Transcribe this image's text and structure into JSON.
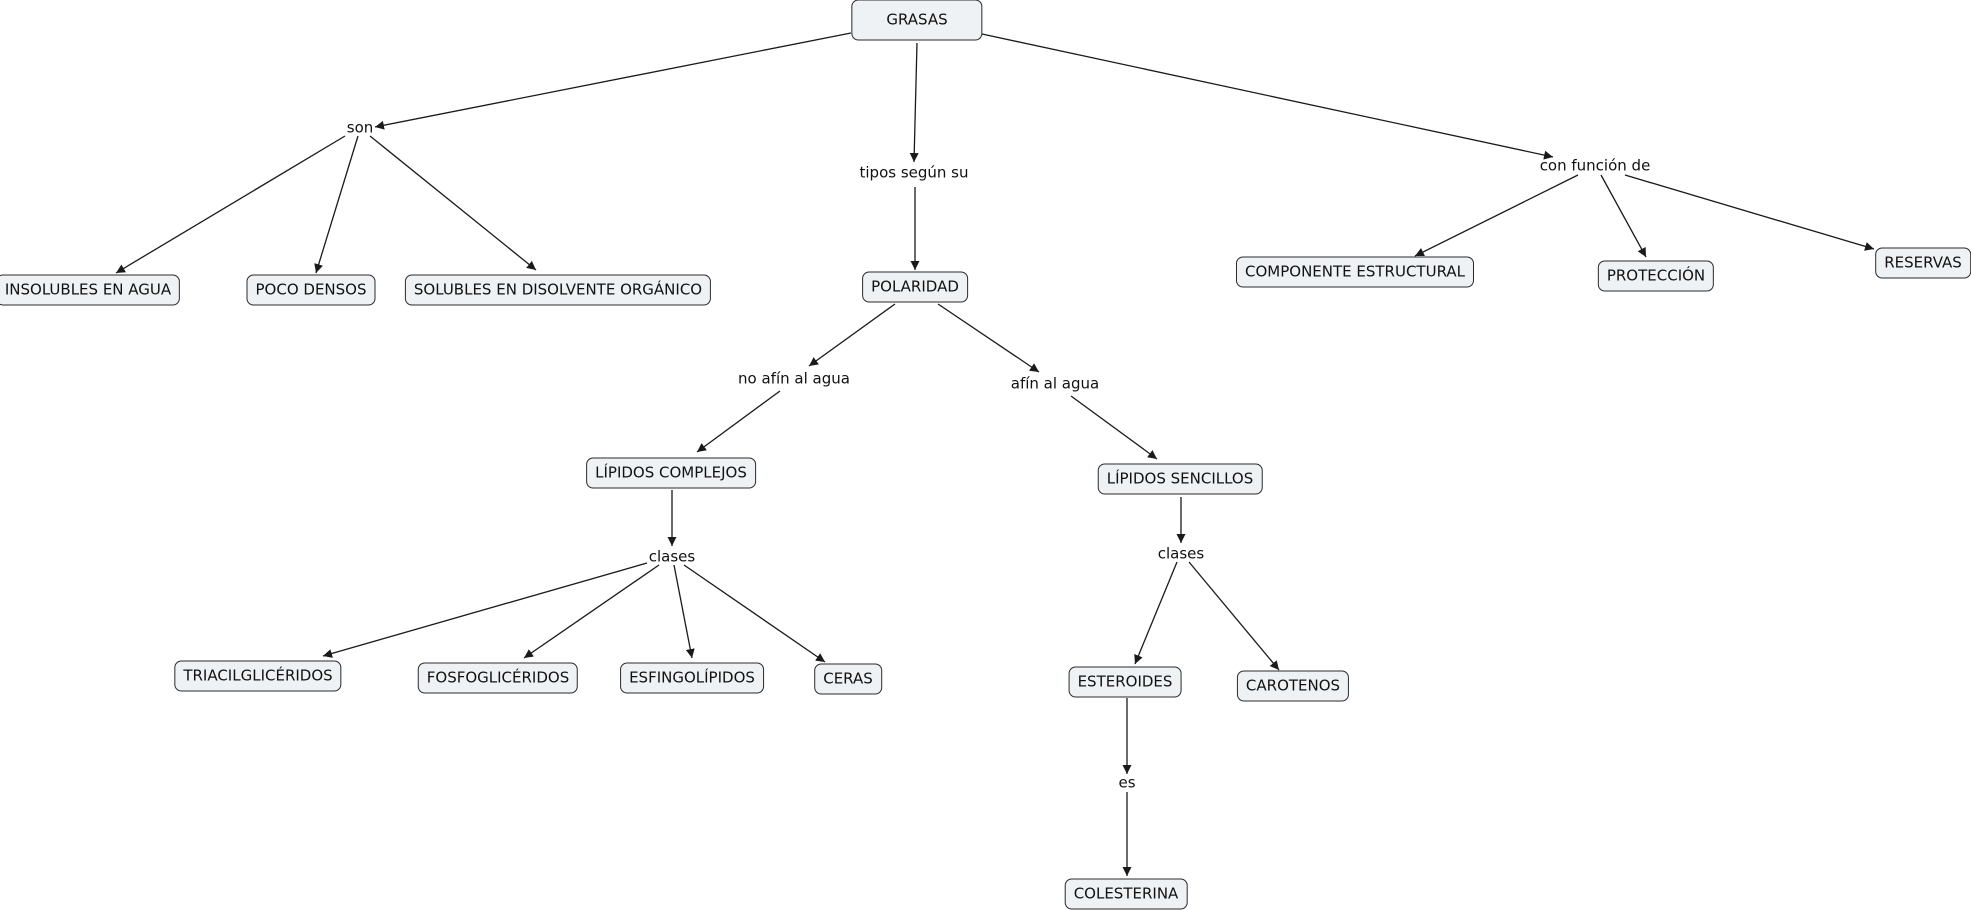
{
  "concepts": {
    "grasas": "GRASAS",
    "insolubles": "INSOLUBLES EN AGUA",
    "poco_densos": "POCO DENSOS",
    "solubles": "SOLUBLES EN DISOLVENTE ORGÁNICO",
    "polaridad": "POLARIDAD",
    "componente": "COMPONENTE ESTRUCTURAL",
    "proteccion": "PROTECCIÓN",
    "reservas": "RESERVAS",
    "lipidos_complejos": "LÍPIDOS COMPLEJOS",
    "lipidos_sencillos": "LÍPIDOS SENCILLOS",
    "triacilgliceridos": "TRIACILGLICÉRIDOS",
    "fosfogliceridos": "FOSFOGLICÉRIDOS",
    "esfingolipidos": "ESFINGOLÍPIDOS",
    "ceras": "CERAS",
    "esteroides": "ESTEROIDES",
    "carotenos": "CAROTENOS",
    "colesterina": "COLESTERINA"
  },
  "links": {
    "son": "son",
    "tipos": "tipos según su",
    "funcion": "con función de",
    "no_afin": "no afín al agua",
    "afin": "afín al agua",
    "clases_complejos": "clases",
    "clases_sencillos": "clases",
    "es": "es"
  },
  "colors": {
    "node_fill": "#eef2f5",
    "node_border": "#2a2a2a",
    "edge": "#1a1a1a"
  }
}
